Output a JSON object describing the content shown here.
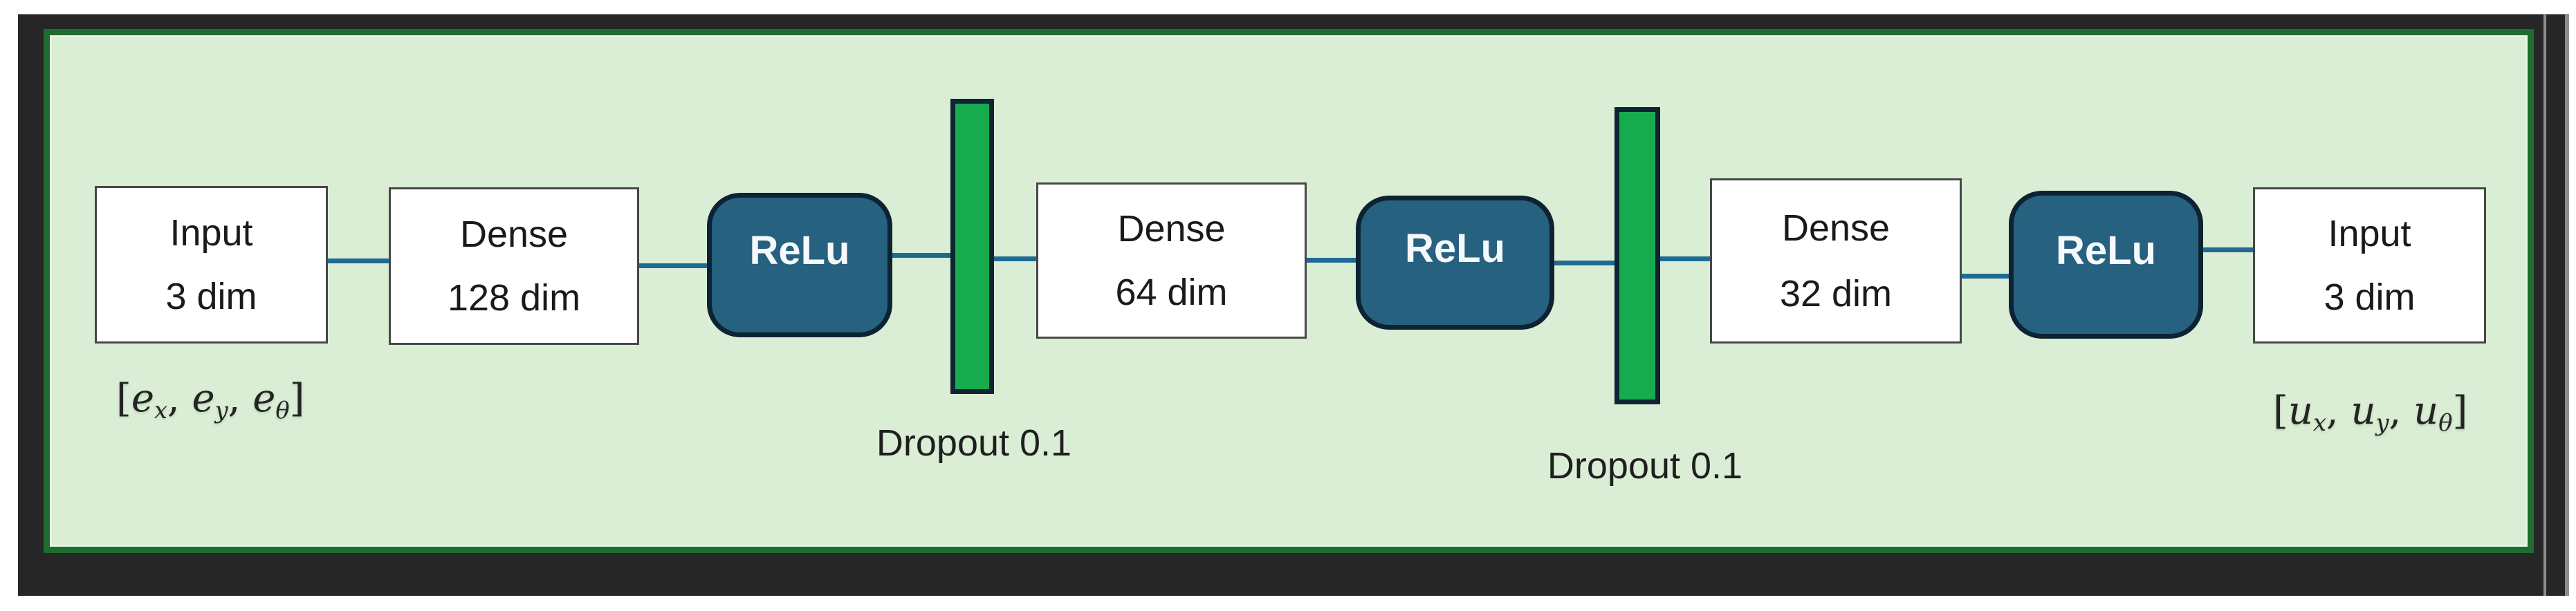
{
  "window": {
    "background": "#ffffff",
    "canvas_color": "#262626",
    "scrollbar_line_color": "#8d8d8d"
  },
  "slide": {
    "background": "#daeed5",
    "border_color": "#1e6c2e"
  },
  "palette": {
    "node_fill": "#ffffff",
    "node_border": "#474747",
    "activation_fill": "#26617f",
    "activation_border": "#0d2334",
    "dropout_fill": "#17ab4f",
    "dropout_border": "#0e2433",
    "connector": "#1f6a94",
    "text": "#1a1a1a",
    "activation_text": "#f5f9fb"
  },
  "nodes": [
    {
      "id": "input-layer",
      "type": "io-box",
      "line1": "Input",
      "line2": "3 dim"
    },
    {
      "id": "dense-128",
      "type": "dense-box",
      "line1": "Dense",
      "line2": "128 dim"
    },
    {
      "id": "relu-1",
      "type": "activation",
      "label": "ReLu"
    },
    {
      "id": "dropout-1",
      "type": "dropout-bar",
      "label": "Dropout 0.1"
    },
    {
      "id": "dense-64",
      "type": "dense-box",
      "line1": "Dense",
      "line2": "64 dim"
    },
    {
      "id": "relu-2",
      "type": "activation",
      "label": "ReLu"
    },
    {
      "id": "dropout-2",
      "type": "dropout-bar",
      "label": "Dropout 0.1"
    },
    {
      "id": "dense-32",
      "type": "dense-box",
      "line1": "Dense",
      "line2": "32 dim"
    },
    {
      "id": "relu-3",
      "type": "activation",
      "label": "ReLu"
    },
    {
      "id": "output-layer",
      "type": "io-box",
      "line1": "Input",
      "line2": "3 dim"
    }
  ],
  "annotations": {
    "input_vector": {
      "parts": [
        {
          "t": "["
        },
        {
          "t": "e",
          "sub": "x"
        },
        {
          "t": ", "
        },
        {
          "t": "e",
          "sub": "y"
        },
        {
          "t": ", "
        },
        {
          "t": "e",
          "sub": "θ"
        },
        {
          "t": "]"
        }
      ]
    },
    "output_vector": {
      "parts": [
        {
          "t": "["
        },
        {
          "t": "u",
          "sub": "x"
        },
        {
          "t": ", "
        },
        {
          "t": "u",
          "sub": "y"
        },
        {
          "t": ", "
        },
        {
          "t": "u",
          "sub": "θ"
        },
        {
          "t": "]"
        }
      ]
    }
  }
}
